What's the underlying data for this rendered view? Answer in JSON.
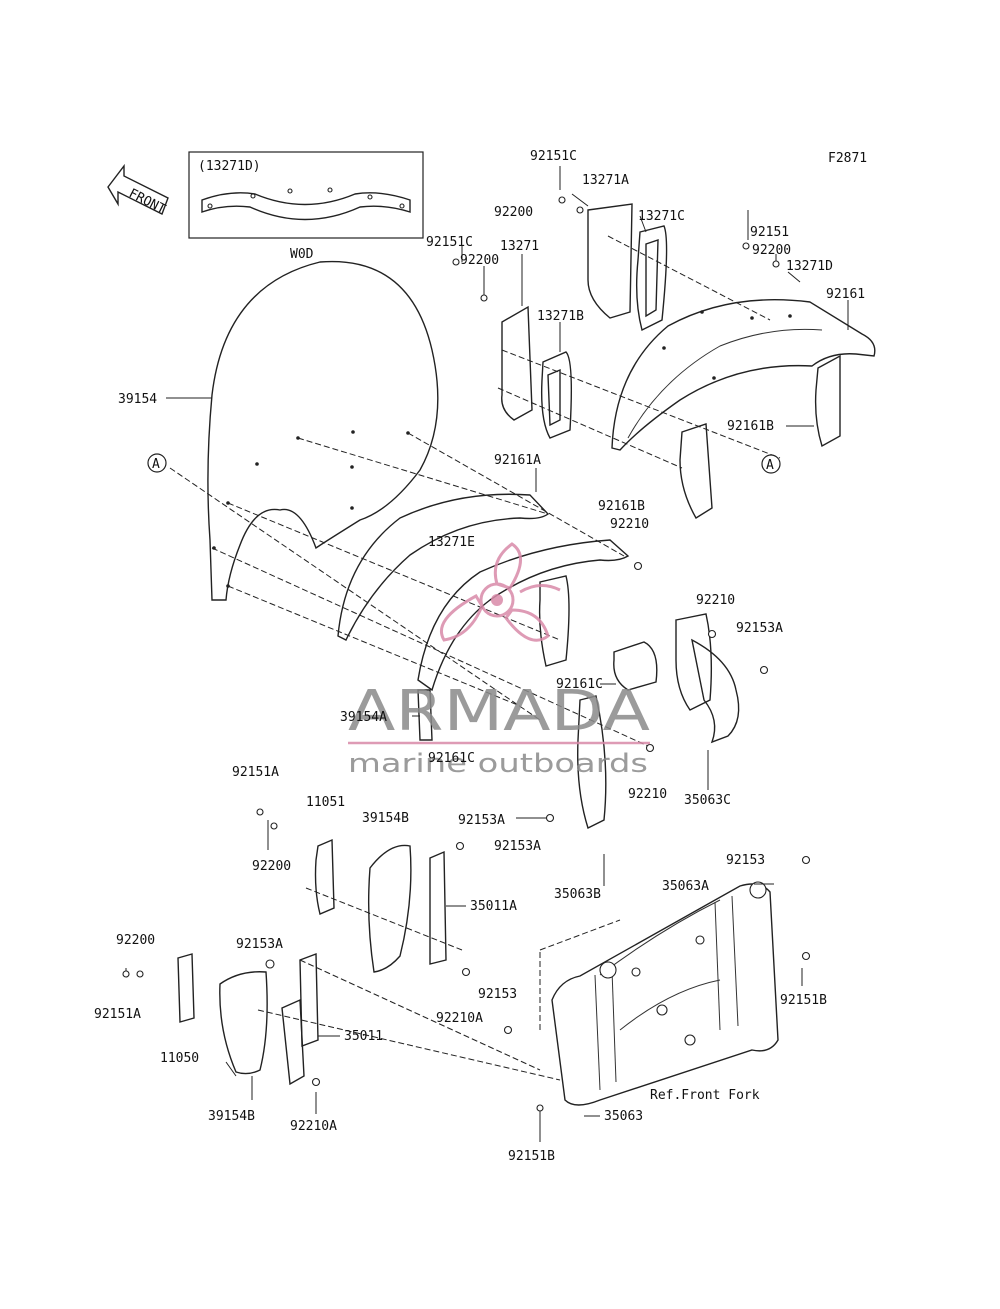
{
  "figure_code": "F2871",
  "front_arrow": "FRONT",
  "inset_label": "(13271D)",
  "ref_marker": "A",
  "ref_note": "Ref.Front Fork",
  "watermark": {
    "brand": "ARMADA",
    "tagline": "marine outboards",
    "color": "#d98aa9",
    "text_color": "#8a8a8a"
  },
  "labels": {
    "p92151C_top": "92151C",
    "p13271A": "13271A",
    "p92200_top": "92200",
    "p13271C": "13271C",
    "p92151C_left": "92151C",
    "p92200_left": "92200",
    "p13271": "13271",
    "p13271B": "13271B",
    "p92151_right": "92151",
    "p92200_right": "92200",
    "p13271D": "13271D",
    "p92161": "92161",
    "p92161B_right": "92161B",
    "pW0D": "W0D",
    "p39154": "39154",
    "p92161A": "92161A",
    "p92161B_mid": "92161B",
    "p92210_mid": "92210",
    "p13271E": "13271E",
    "p92210_r": "92210",
    "p92153A_r": "92153A",
    "p92161C_r": "92161C",
    "p39154A": "39154A",
    "p92161C_l": "92161C",
    "p92210_low": "92210",
    "p35063C": "35063C",
    "p92151A_top": "92151A",
    "p11051": "11051",
    "p39154B_top": "39154B",
    "p92200_mid": "92200",
    "p35011A": "35011A",
    "p92153A_mid": "92153A",
    "p92153A_mid2": "92153A",
    "p35063B": "35063B",
    "p92153_top": "92153",
    "p35063A": "35063A",
    "p92200_low": "92200",
    "p92153A_low": "92153A",
    "p92151A_low": "92151A",
    "p92210A_mid": "92210A",
    "p92153_low": "92153",
    "p92151B_right": "92151B",
    "p11050": "11050",
    "p35011": "35011",
    "p39154B_low": "39154B",
    "p92210A_low": "92210A",
    "p35063": "35063",
    "p92151B_low": "92151B"
  }
}
